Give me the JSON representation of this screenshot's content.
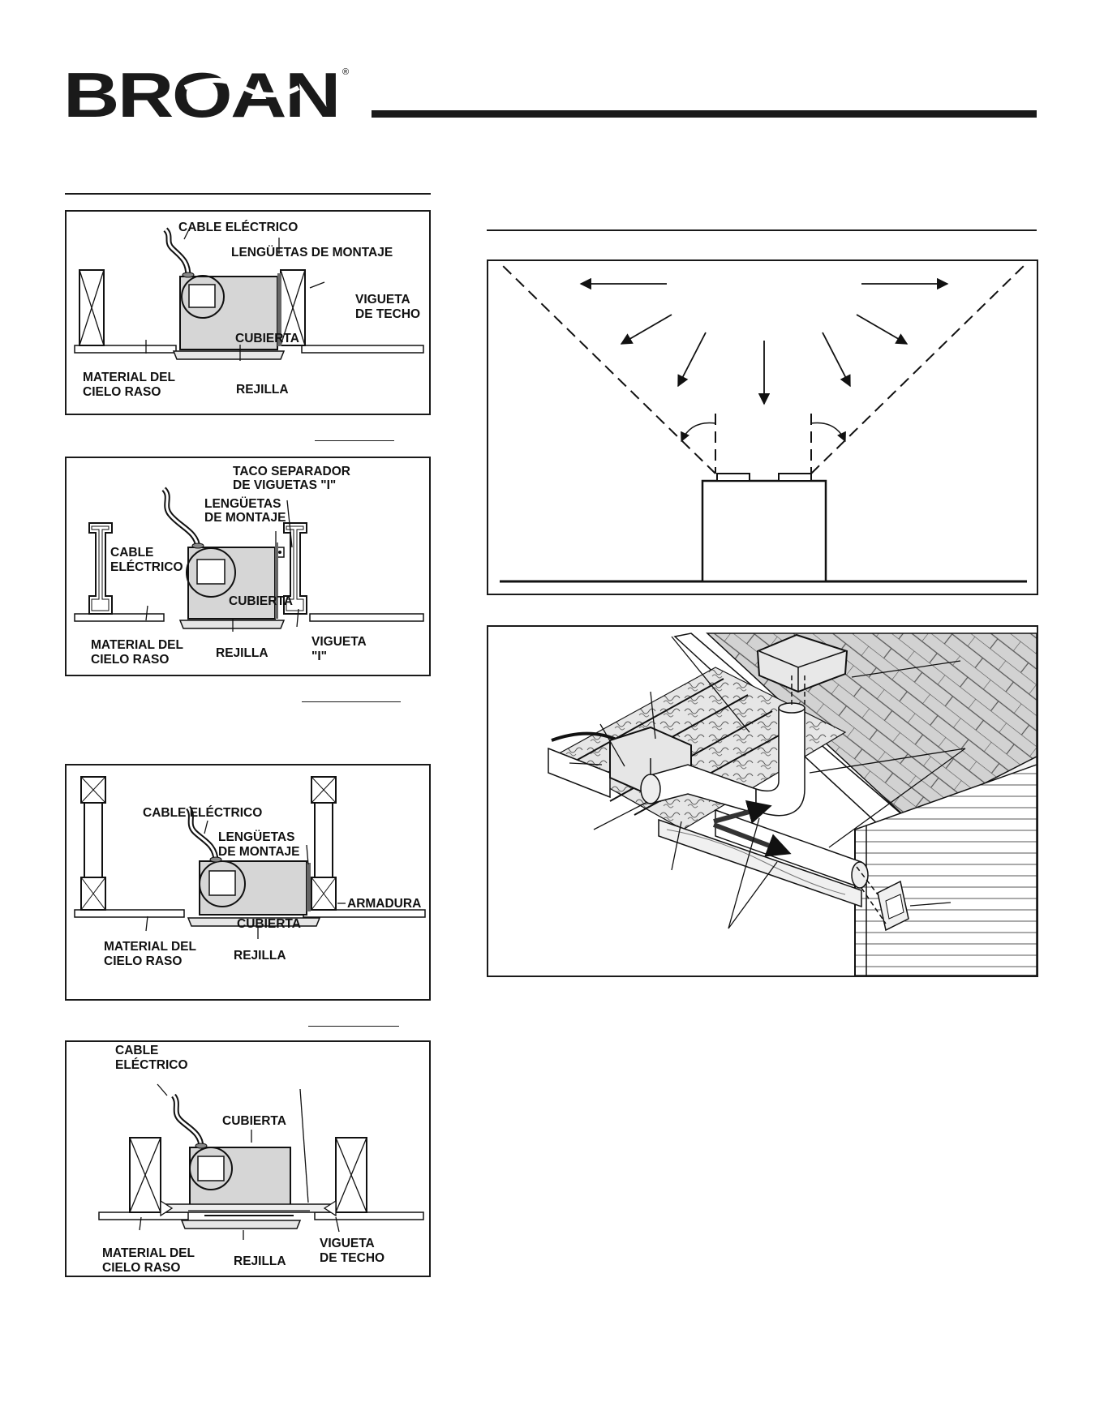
{
  "brand": {
    "name": "BROAN",
    "registered": "®"
  },
  "fig1": {
    "cable": "CABLE ELÉCTRICO",
    "tabs": "LENGÜETAS DE MONTAJE",
    "joist_1": "VIGUETA",
    "joist_2": "DE TECHO",
    "housing": "CUBIERTA",
    "ceiling_1": "MATERIAL DEL",
    "ceiling_2": "CIELO RASO",
    "grille": "REJILLA"
  },
  "fig2": {
    "spacer_1": "TACO SEPARADOR",
    "spacer_2": "DE VIGUETAS \"I\"",
    "tabs_1": "LENGÜETAS",
    "tabs_2": "DE MONTAJE",
    "cable_1": "CABLE",
    "cable_2": "ELÉCTRICO",
    "housing": "CUBIERTA",
    "ceiling_1": "MATERIAL DEL",
    "ceiling_2": "CIELO RASO",
    "grille": "REJILLA",
    "ijoist_1": "VIGUETA",
    "ijoist_2": "\"I\""
  },
  "fig3": {
    "cable": "CABLE ELÉCTRICO",
    "tabs_1": "LENGÜETAS",
    "tabs_2": "DE MONTAJE",
    "truss": "ARMADURA",
    "housing": "CUBIERTA",
    "ceiling_1": "MATERIAL DEL",
    "ceiling_2": "CIELO RASO",
    "grille": "REJILLA"
  },
  "fig4": {
    "cable_1": "CABLE",
    "cable_2": "ELÉCTRICO",
    "housing": "CUBIERTA",
    "ceiling_1": "MATERIAL DEL",
    "ceiling_2": "CIELO RASO",
    "grille": "REJILLA",
    "joist_1": "VIGUETA",
    "joist_2": "DE TECHO"
  }
}
